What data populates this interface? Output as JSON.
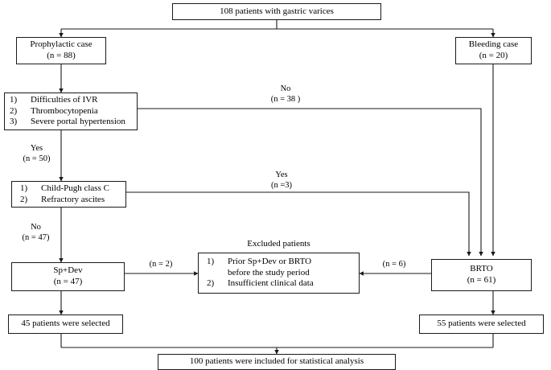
{
  "figure": {
    "type": "flowchart",
    "title": "Patient selection flow diagram for gastric varices treatment"
  },
  "nodes": {
    "total": {
      "line1": "108 patients with gastric varices"
    },
    "prophylactic": {
      "line1": "Prophylactic case",
      "line2": "(n = 88)"
    },
    "bleeding": {
      "line1": "Bleeding case",
      "line2": "(n = 20)"
    },
    "criteria1": {
      "items": [
        {
          "num": "1)",
          "text": "Difficulties of IVR"
        },
        {
          "num": "2)",
          "text": "Thrombocytopenia"
        },
        {
          "num": "3)",
          "text": "Severe portal hypertension"
        }
      ]
    },
    "criteria2": {
      "items": [
        {
          "num": "1)",
          "text": "Child-Pugh class C"
        },
        {
          "num": "2)",
          "text": "Refractory ascites"
        }
      ]
    },
    "excluded": {
      "caption": "Excluded patients",
      "items": [
        {
          "num": "1)",
          "text": "Prior  Sp+Dev or BRTO",
          "text2": "before the study period"
        },
        {
          "num": "2)",
          "text": "Insufficient clinical data"
        }
      ]
    },
    "spdev": {
      "line1": "Sp+Dev",
      "line2": "(n = 47)"
    },
    "brto": {
      "line1": "BRTO",
      "line2": "(n = 61)"
    },
    "selected_left": {
      "line1": "45 patients were selected"
    },
    "selected_right": {
      "line1": "55 patients were selected"
    },
    "final": {
      "line1": "100 patients were included for statistical analysis"
    }
  },
  "edge_labels": {
    "no_38": {
      "l1": "No",
      "l2": "(n = 38 )"
    },
    "yes_50": {
      "l1": "Yes",
      "l2": "(n = 50)"
    },
    "yes_3": {
      "l1": "Yes",
      "l2": "(n =3)"
    },
    "no_47": {
      "l1": "No",
      "l2": "(n = 47)"
    },
    "n_2": {
      "l1": "(n = 2)"
    },
    "n_6": {
      "l1": "(n = 6)"
    }
  },
  "style": {
    "stroke": "#1a1a1a",
    "background": "#ffffff"
  }
}
